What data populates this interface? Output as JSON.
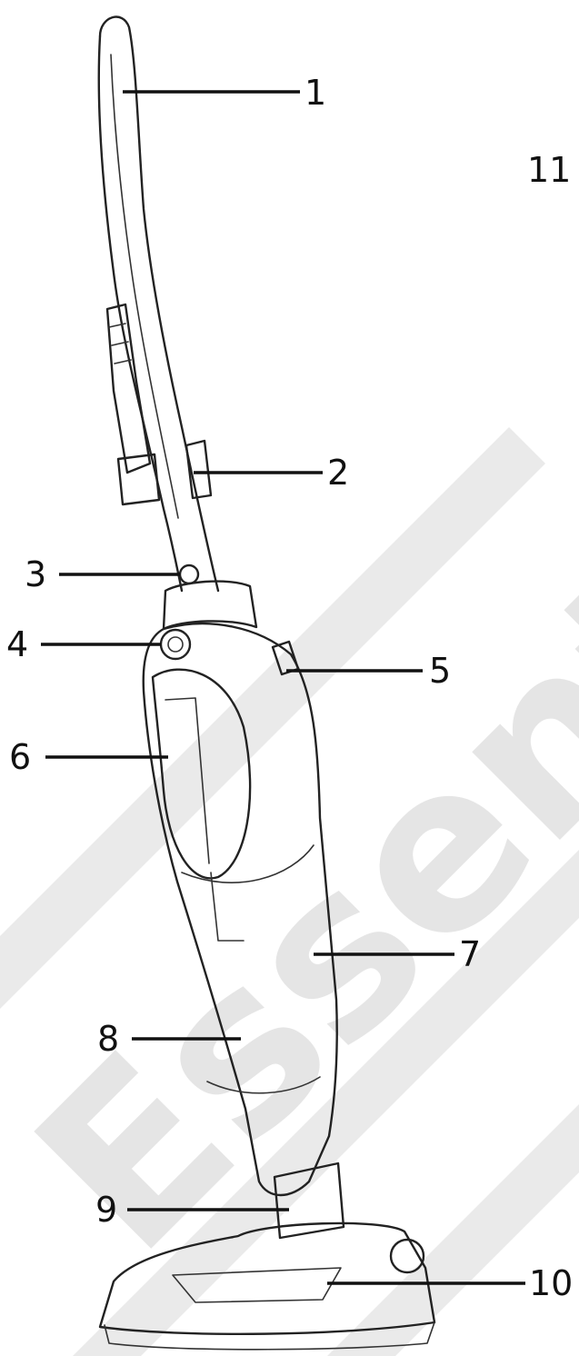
{
  "diagram": {
    "watermark_text": "Essenti",
    "callouts": [
      {
        "id": "1",
        "label": "1"
      },
      {
        "id": "2",
        "label": "2"
      },
      {
        "id": "3",
        "label": "3"
      },
      {
        "id": "4",
        "label": "4"
      },
      {
        "id": "5",
        "label": "5"
      },
      {
        "id": "6",
        "label": "6"
      },
      {
        "id": "7",
        "label": "7"
      },
      {
        "id": "8",
        "label": "8"
      },
      {
        "id": "9",
        "label": "9"
      },
      {
        "id": "10",
        "label": "10"
      },
      {
        "id": "11",
        "label": "11"
      }
    ]
  }
}
